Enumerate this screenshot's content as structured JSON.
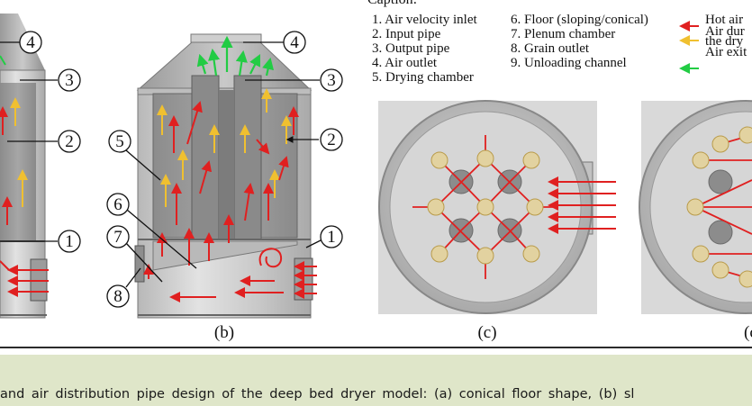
{
  "caption_heading": "Caption:",
  "legend": {
    "components_col1": [
      "1. Air velocity inlet",
      "2. Input pipe",
      "3. Output pipe",
      "4. Air outlet",
      "5. Drying chamber"
    ],
    "components_col2": [
      "6. Floor (sloping/conical)",
      "7. Plenum chamber",
      "8. Grain outlet",
      "9. Unloading channel"
    ],
    "arrows": [
      {
        "label": "Hot air",
        "color": "#e02020"
      },
      {
        "label": "Air dur",
        "color": "#f0c030"
      },
      {
        "label": "the dry",
        "color": "#f0c030"
      },
      {
        "label": "Air exit",
        "color": "#22cc44"
      }
    ]
  },
  "panels": {
    "a_callouts": [
      "4",
      "3",
      "2",
      "1"
    ],
    "b_callouts": [
      "4",
      "3",
      "2",
      "1",
      "5",
      "6",
      "7",
      "8"
    ],
    "b_label": "(b)",
    "c_label": "(c)",
    "d_label": "(c"
  },
  "figure_caption": "and air distribution pipe design of the deep bed dryer model: (a) conical floor shape, (b) sl"
}
